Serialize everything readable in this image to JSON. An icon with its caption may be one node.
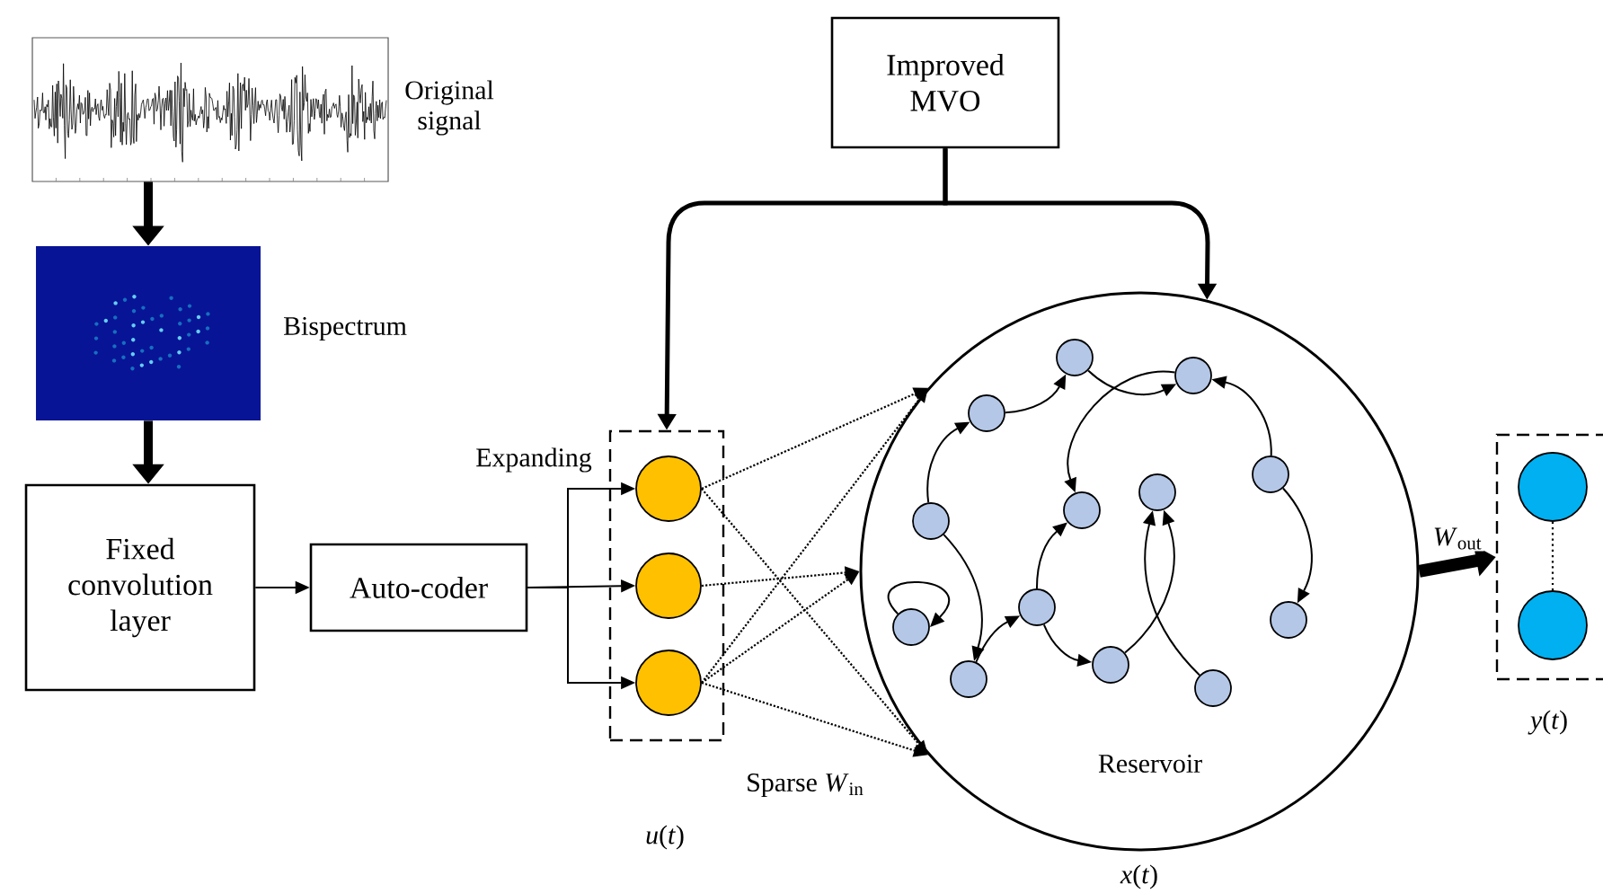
{
  "diagram": {
    "nodes": [
      {
        "text": [],
        "shape": "picture",
        "beside": [
          "Original signal"
        ]
      },
      {
        "text": [],
        "shape": "picture",
        "beside": [
          "Bispectrum"
        ]
      },
      {
        "text": [
          "Fixed convolution layer"
        ]
      },
      {
        "text": [
          "Auto-coder"
        ]
      },
      {
        "text": [],
        "shape": "box",
        "beside": [
          "*u*(*t*)"
        ]
      },
      {
        "text": [],
        "shape": "circle",
        "in": 4
      },
      {
        "text": [],
        "shape": "circle",
        "in": 4
      },
      {
        "text": [],
        "shape": "circle",
        "in": 4
      },
      {
        "text": [
          "Improved MVO"
        ]
      },
      {
        "text": [
          "Reservoir"
        ],
        "beside": [
          "*x*(*t*)"
        ]
      },
      {
        "text": [],
        "shape": "circle",
        "in": 9
      },
      {
        "text": [],
        "shape": "circle",
        "in": 9
      },
      {
        "text": [],
        "shape": "circle",
        "in": 9
      },
      {
        "text": [],
        "shape": "circle",
        "in": 9
      },
      {
        "text": [],
        "shape": "circle",
        "in": 9
      },
      {
        "text": [],
        "shape": "circle",
        "in": 9
      },
      {
        "text": [],
        "shape": "circle",
        "in": 9
      },
      {
        "text": [],
        "shape": "circle",
        "in": 9
      },
      {
        "text": [],
        "shape": "circle",
        "in": 9
      },
      {
        "text": [],
        "shape": "circle",
        "in": 9
      },
      {
        "text": [],
        "shape": "circle",
        "in": 9
      },
      {
        "text": [],
        "shape": "circle",
        "in": 9
      },
      {
        "text": [],
        "shape": "circle",
        "in": 9
      },
      {
        "text": [],
        "shape": "box",
        "beside": [
          "*y*(*t*)"
        ]
      },
      {
        "text": [],
        "shape": "circle",
        "in": 23
      },
      {
        "text": [],
        "shape": "circle",
        "in": 23
      }
    ],
    "edges": [
      {
        "from": 0,
        "to": 1,
        "arrow": "to",
        "style": "thick"
      },
      {
        "from": 1,
        "to": 2,
        "arrow": "to",
        "style": "thick"
      },
      {
        "from": 2,
        "to": 3,
        "arrow": "to"
      },
      {
        "from": 3,
        "to": 5,
        "arrow": "to"
      },
      {
        "from": 3,
        "to": 6,
        "arrow": "to"
      },
      {
        "from": 3,
        "to": 7,
        "arrow": "to"
      },
      {
        "from": 5,
        "to": 9,
        "arrow": "to",
        "style": "dashed"
      },
      {
        "from": 5,
        "to": 9,
        "arrow": "to",
        "style": "dashed"
      },
      {
        "from": 6,
        "to": 9,
        "arrow": "to",
        "style": "dashed"
      },
      {
        "from": 7,
        "to": 9,
        "arrow": "to",
        "style": "dashed"
      },
      {
        "from": 7,
        "to": 9,
        "arrow": "to",
        "style": "dashed"
      },
      {
        "from": 7,
        "to": 9,
        "arrow": "to",
        "style": "dashed"
      },
      {
        "from": 8,
        "to": 4,
        "arrow": "to",
        "style": "thick"
      },
      {
        "from": 8,
        "to": 9,
        "arrow": "to",
        "style": "thick"
      },
      {
        "from": 13,
        "to": 10,
        "arrow": "to"
      },
      {
        "from": 10,
        "to": 11,
        "arrow": "to"
      },
      {
        "from": 11,
        "to": 12,
        "arrow": "to"
      },
      {
        "from": 13,
        "to": 19,
        "arrow": "to"
      },
      {
        "from": 17,
        "to": 17,
        "arrow": "to"
      },
      {
        "from": 19,
        "to": 18,
        "arrow": "to"
      },
      {
        "from": 18,
        "to": 14,
        "arrow": "to"
      },
      {
        "from": 18,
        "to": 20,
        "arrow": "to"
      },
      {
        "from": 20,
        "to": 15,
        "arrow": "to"
      },
      {
        "from": 21,
        "to": 15,
        "arrow": "to"
      },
      {
        "from": 12,
        "to": 14,
        "arrow": "to"
      },
      {
        "from": 16,
        "to": 12,
        "arrow": "to"
      },
      {
        "from": 16,
        "to": 22,
        "arrow": "to"
      },
      {
        "from": 9,
        "to": 23,
        "arrow": "to",
        "style": "thick",
        "label": "*W*$_{out}$"
      },
      {
        "from": 24,
        "to": 25,
        "arrow": "none",
        "style": "dashed"
      }
    ],
    "labels": [
      "Expanding",
      "Sparse *W*$_{in}$"
    ]
  }
}
